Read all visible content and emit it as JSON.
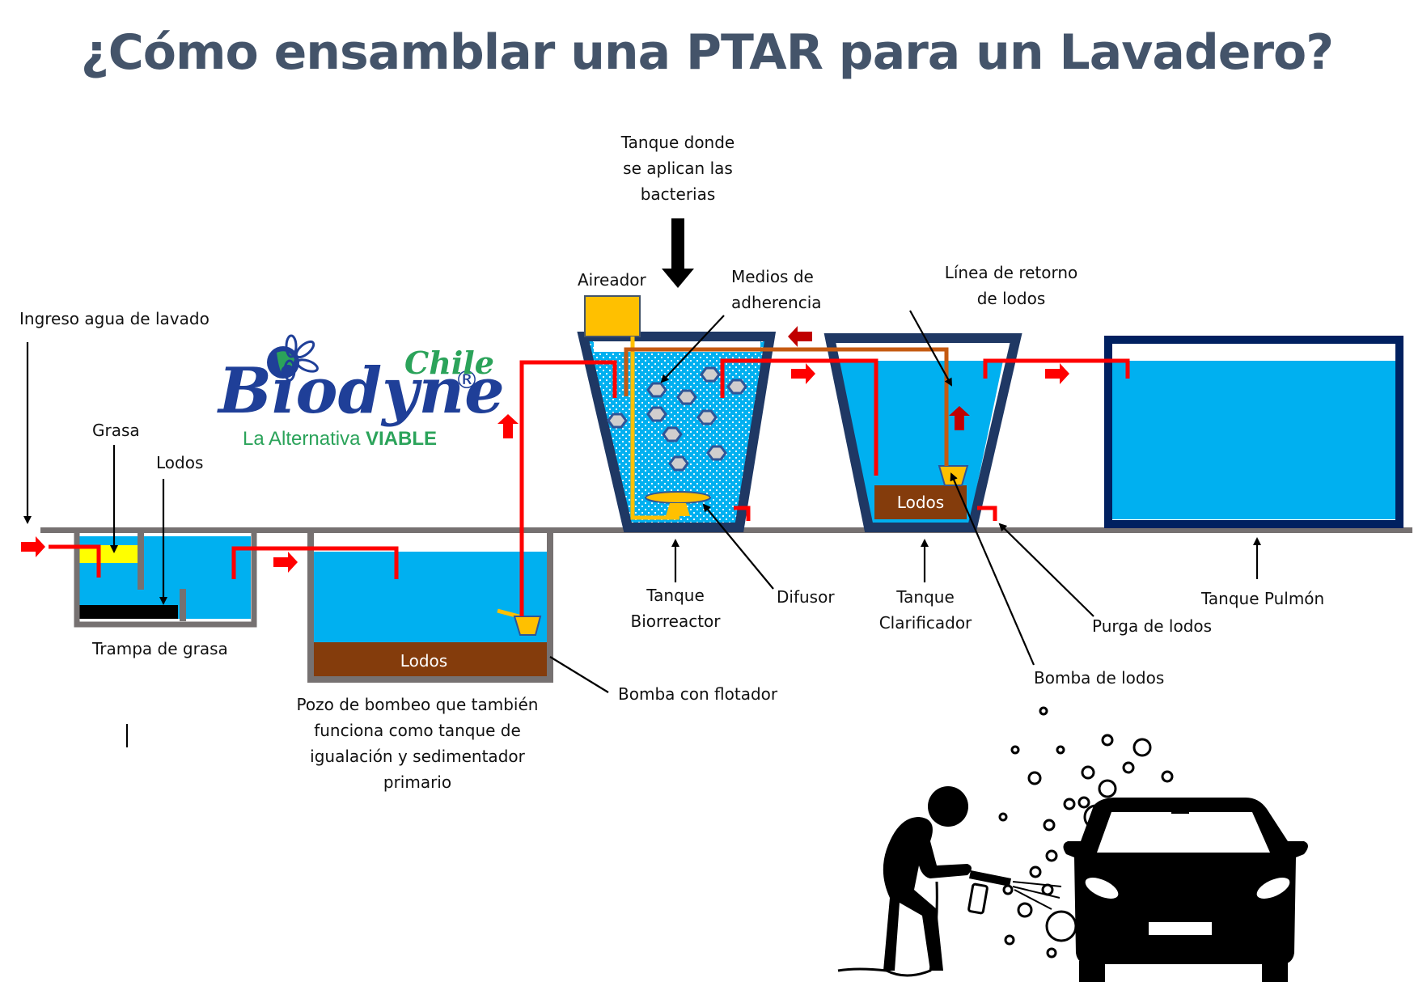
{
  "title": "¿Cómo ensamblar una PTAR para un Lavadero?",
  "logo": {
    "brand": "Biodyne",
    "registered": "®",
    "country": "Chile",
    "tagline_regular": "La Alternativa",
    "tagline_bold": "VIABLE"
  },
  "labels": {
    "ingreso": "Ingreso agua de lavado",
    "grasa": "Grasa",
    "lodos_trampa": "Lodos",
    "trampa": "Trampa de grasa",
    "pozo_line1": "Pozo de bombeo que también",
    "pozo_line2": "funciona como tanque de",
    "pozo_line3": "igualación y sedimentador",
    "pozo_line4": "primario",
    "bomba_flotador": "Bomba con flotador",
    "bacterias_line1": "Tanque donde",
    "bacterias_line2": "se aplican las",
    "bacterias_line3": "bacterias",
    "aireador": "Aireador",
    "medios_line1": "Medios de",
    "medios_line2": "adherencia",
    "linea_retorno_line1": "Línea de retorno",
    "linea_retorno_line2": "de lodos",
    "biorreactor_line1": "Tanque",
    "biorreactor_line2": "Biorreactor",
    "difusor": "Difusor",
    "clarificador_line1": "Tanque",
    "clarificador_line2": "Clarificador",
    "purga": "Purga de lodos",
    "bomba_lodos": "Bomba de lodos",
    "pulmon": "Tanque Pulmón"
  },
  "tank_text": {
    "lodos_pozo": "Lodos",
    "lodos_clarificador": "Lodos"
  },
  "colors": {
    "water": "#00b0f0",
    "sludge": "#843c0c",
    "pipe": "#ff0000",
    "return_line": "#c55a11",
    "grease": "#ffff00",
    "pump": "#ffc000",
    "ground": "#767171",
    "tank_outline": "#1f3864",
    "title": "#44546a"
  }
}
